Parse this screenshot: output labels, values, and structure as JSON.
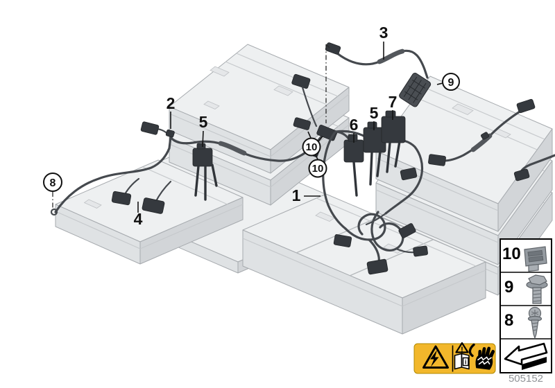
{
  "part_number": "505152",
  "callouts": {
    "n1": "1",
    "n2": "2",
    "n3": "3",
    "n4": "4",
    "n5a": "5",
    "n5b": "5",
    "n6": "6",
    "n7": "7",
    "n8": "8",
    "n9": "9",
    "n10a": "10",
    "n10b": "10"
  },
  "legend": {
    "rows": [
      {
        "num": "10",
        "icon": "cable-clip-icon"
      },
      {
        "num": "9",
        "icon": "hex-flange-bolt-icon"
      },
      {
        "num": "8",
        "icon": "self-tapping-screw-icon"
      },
      {
        "num": "",
        "icon": "viewing-direction-arrow-icon"
      }
    ]
  },
  "warning_label": {
    "background": "#F2B72B",
    "icons": [
      "high-voltage-triangle-icon",
      "read-manual-icon",
      "shock-hazard-hand-icon"
    ],
    "exclamation": "!",
    "book_i": "i"
  },
  "colors": {
    "module_top": "#EEF0F1",
    "module_left": "#DFE2E4",
    "module_right": "#D2D5D8",
    "module_edge": "#A6AAAE",
    "cable": "#45494E",
    "connector": "#35393E",
    "panel": "#41464C",
    "callout": "#111111",
    "part_number_text": "#8F9296"
  }
}
